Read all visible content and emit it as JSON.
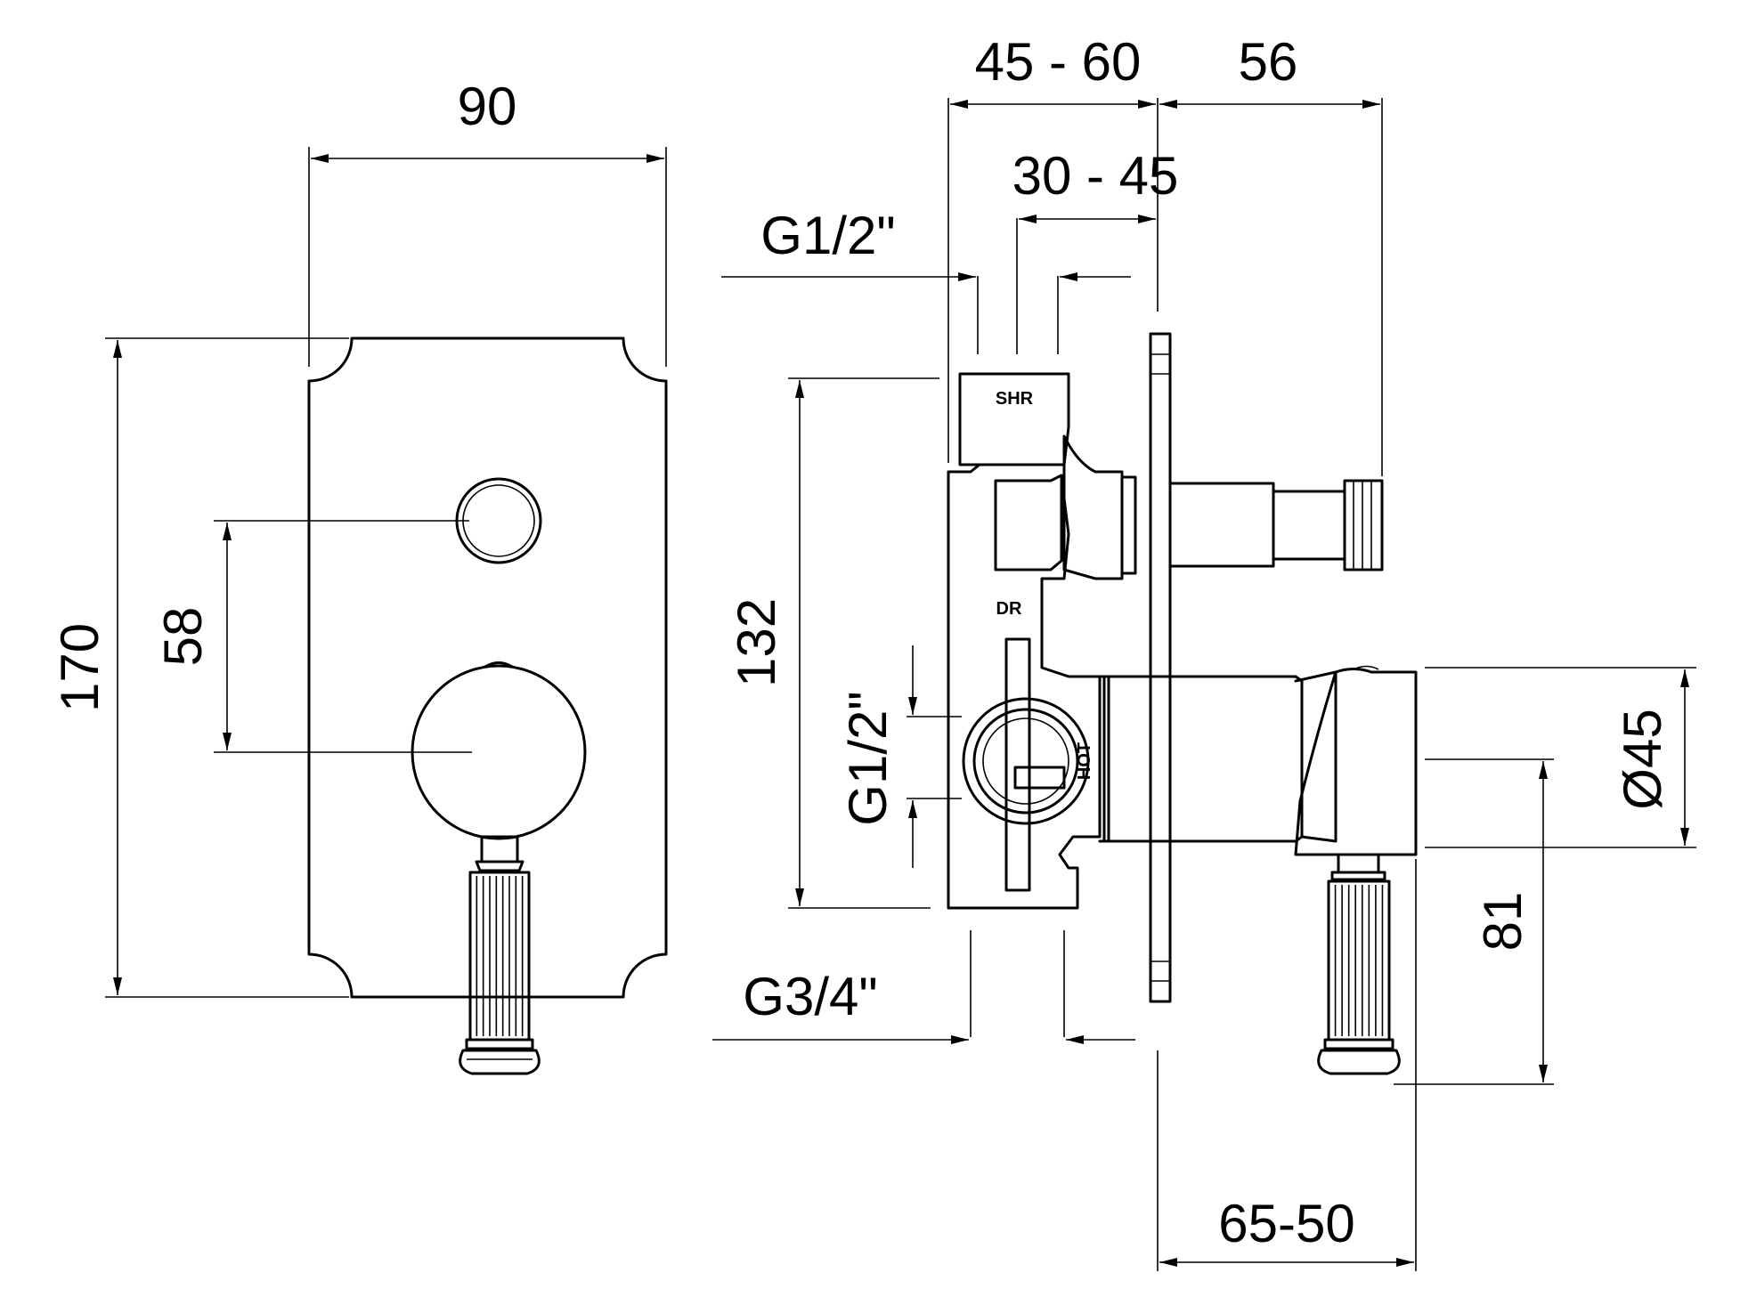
{
  "front_view": {
    "width_label": "90",
    "height_label": "170",
    "spacing_label": "58"
  },
  "side_view": {
    "top_depth_label": "45 - 60",
    "top_projection_label": "56",
    "inner_depth_label": "30 - 45",
    "top_outlet_label": "G1/2\"",
    "body_height_label": "132",
    "inlet_label": "G1/2\"",
    "bottom_outlet_label": "G3/4\"",
    "handle_diameter_label": "Ø45",
    "handle_offset_label": "81",
    "handle_projection_label": "65-50",
    "port_shower_label": "SHR",
    "port_diverter_label": "DR",
    "port_hot_label": "HOT"
  }
}
